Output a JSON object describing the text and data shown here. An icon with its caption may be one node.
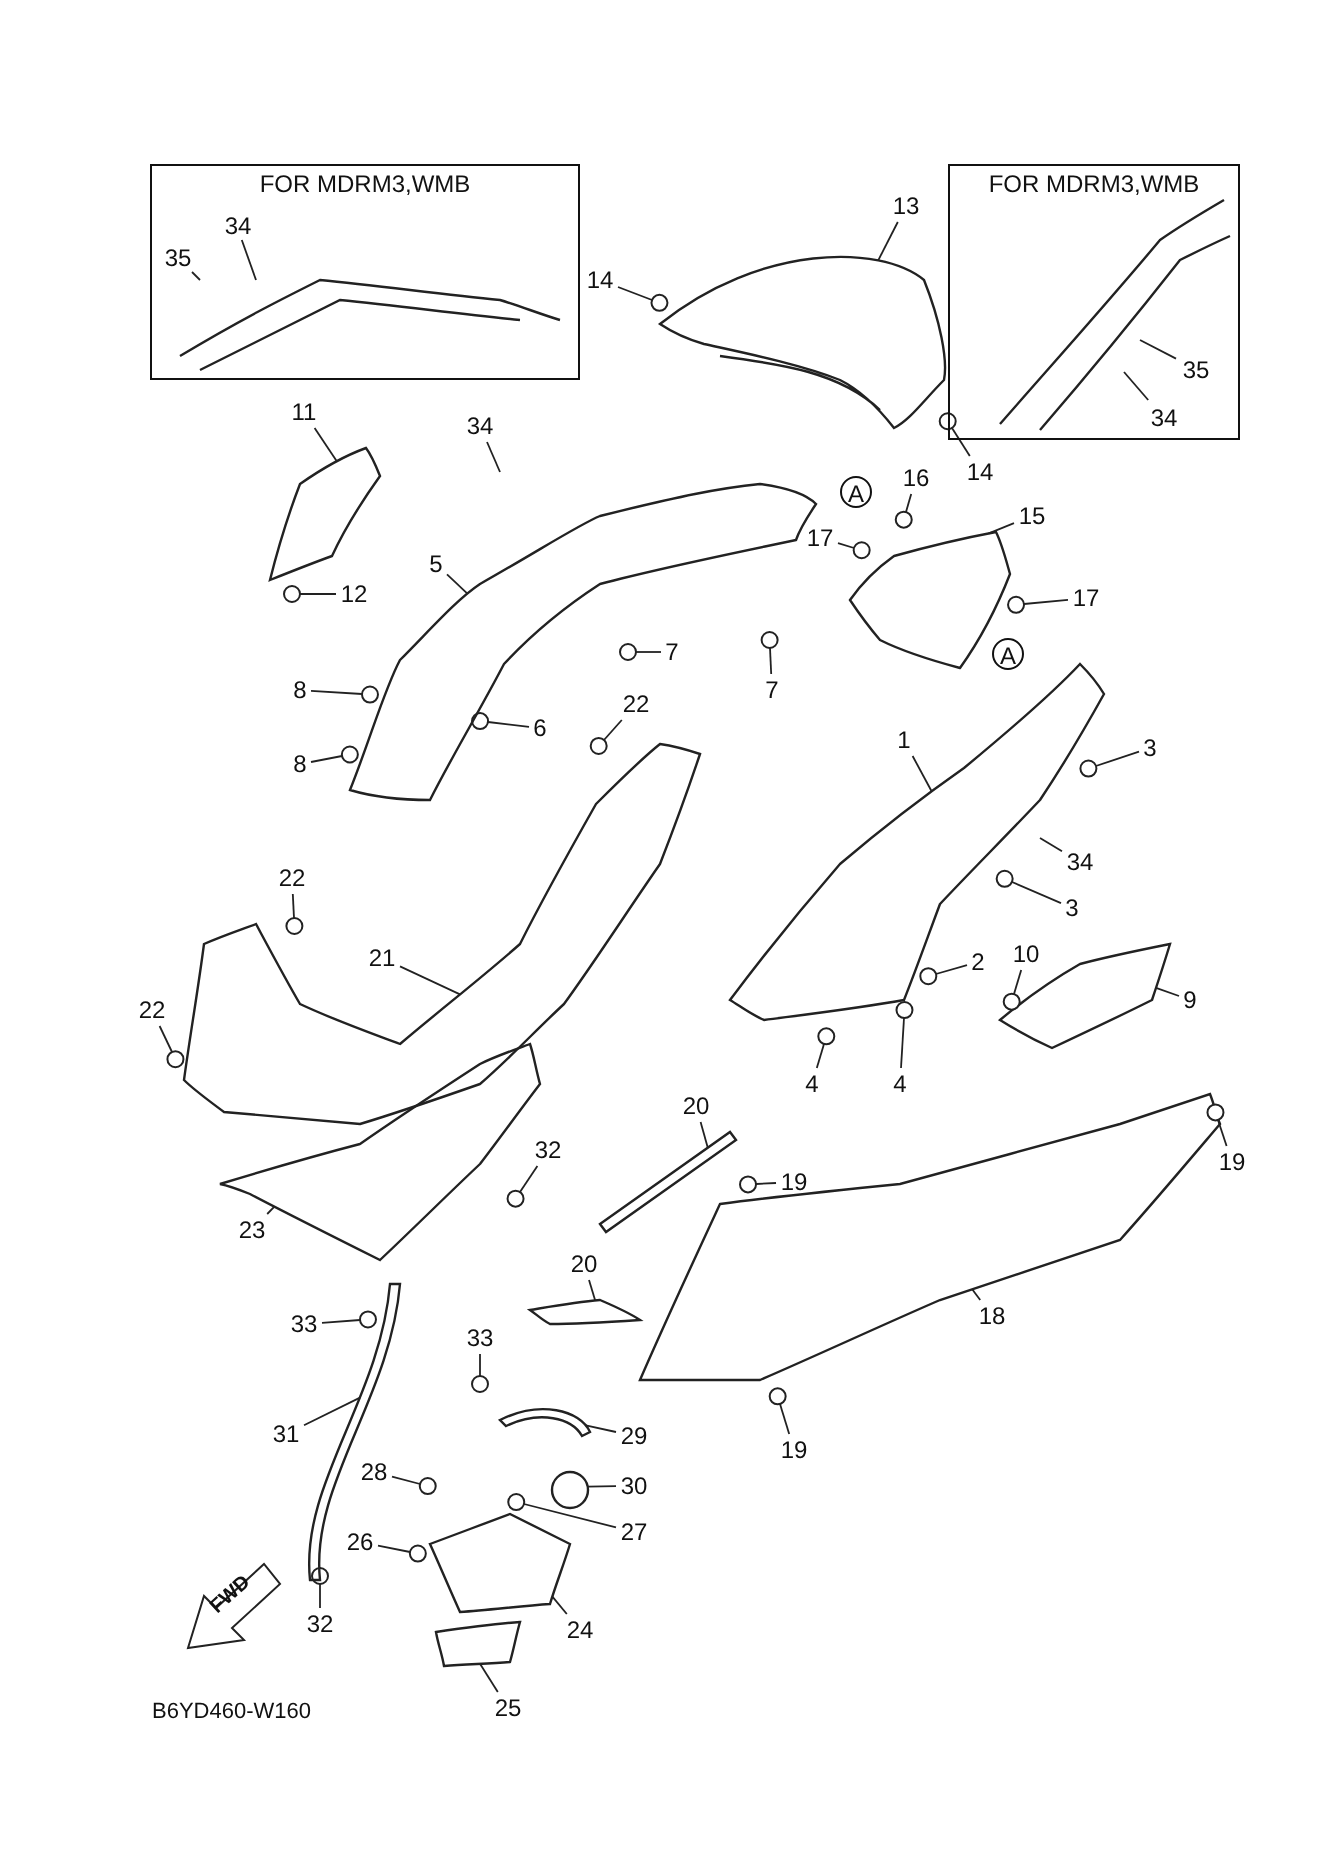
{
  "diagram": {
    "nodes": [
      {
        "text": [
          "FOR MDRM3,WMB"
        ]
      },
      {
        "text": [
          "34"
        ],
        "in": 0
      },
      {
        "text": [
          "35"
        ],
        "in": 0
      },
      {
        "text": [
          "FOR MDRM3,WMB"
        ]
      },
      {
        "text": [
          "35"
        ],
        "in": 3
      },
      {
        "text": [
          "34"
        ],
        "in": 3
      },
      {
        "text": [
          "13"
        ]
      },
      {
        "text": [
          "14"
        ]
      },
      {
        "text": [
          "11"
        ]
      },
      {
        "text": [
          "34"
        ]
      },
      {
        "text": [
          "14"
        ]
      },
      {
        "text": [
          "16"
        ]
      },
      {
        "text": [
          "A"
        ]
      },
      {
        "text": [
          "15"
        ]
      },
      {
        "text": [
          "17"
        ]
      },
      {
        "text": [
          "5"
        ]
      },
      {
        "text": [
          "12"
        ]
      },
      {
        "text": [
          "17"
        ]
      },
      {
        "text": [
          "7"
        ]
      },
      {
        "text": [
          "A"
        ]
      },
      {
        "text": [
          "8"
        ]
      },
      {
        "text": [
          "7"
        ]
      },
      {
        "text": [
          "22"
        ]
      },
      {
        "text": [
          "6"
        ]
      },
      {
        "text": [
          "1"
        ]
      },
      {
        "text": [
          "3"
        ]
      },
      {
        "text": [
          "8"
        ]
      },
      {
        "text": [
          "34"
        ]
      },
      {
        "text": [
          "22"
        ]
      },
      {
        "text": [
          "3"
        ]
      },
      {
        "text": [
          "21"
        ]
      },
      {
        "text": [
          "10"
        ]
      },
      {
        "text": [
          "2"
        ]
      },
      {
        "text": [
          "9"
        ]
      },
      {
        "text": [
          "22"
        ]
      },
      {
        "text": [
          "4"
        ]
      },
      {
        "text": [
          "4"
        ]
      },
      {
        "text": [
          "20"
        ]
      },
      {
        "text": [
          "32"
        ]
      },
      {
        "text": [
          "19"
        ]
      },
      {
        "text": [
          "19"
        ]
      },
      {
        "text": [
          "23"
        ]
      },
      {
        "text": [
          "20"
        ]
      },
      {
        "text": [
          "33"
        ]
      },
      {
        "text": [
          "18"
        ]
      },
      {
        "text": [
          "33"
        ]
      },
      {
        "text": [
          "31"
        ]
      },
      {
        "text": [
          "29"
        ]
      },
      {
        "text": [
          "19"
        ]
      },
      {
        "text": [
          "28"
        ]
      },
      {
        "text": [
          "30"
        ]
      },
      {
        "text": [
          "26"
        ]
      },
      {
        "text": [
          "27"
        ]
      },
      {
        "text": [
          "24"
        ]
      },
      {
        "text": [
          "32"
        ]
      },
      {
        "text": [
          "25"
        ]
      },
      {
        "text": [
          "FWD"
        ]
      },
      {
        "text": [],
        "shape": "picture"
      },
      {
        "text": [],
        "shape": "circle"
      },
      {
        "text": [],
        "shape": "picture"
      },
      {
        "text": [],
        "shape": "circle"
      },
      {
        "text": [],
        "shape": "circle"
      },
      {
        "text": [],
        "shape": "picture"
      },
      {
        "text": [],
        "shape": "circle"
      },
      {
        "text": [],
        "shape": "picture"
      },
      {
        "text": [],
        "shape": "circle"
      },
      {
        "text": [],
        "shape": "circle"
      },
      {
        "text": [],
        "shape": "circle"
      },
      {
        "text": [],
        "shape": "circle"
      },
      {
        "text": [],
        "shape": "circle"
      },
      {
        "text": [],
        "shape": "circle"
      },
      {
        "text": [],
        "shape": "circle"
      },
      {
        "text": [],
        "shape": "picture"
      },
      {
        "text": [],
        "shape": "circle"
      },
      {
        "text": [],
        "shape": "circle"
      },
      {
        "text": [],
        "shape": "circle"
      },
      {
        "text": [],
        "shape": "circle"
      },
      {
        "text": [],
        "shape": "picture"
      },
      {
        "text": [],
        "shape": "circle"
      },
      {
        "text": [],
        "shape": "circle"
      },
      {
        "text": [],
        "shape": "picture"
      },
      {
        "text": [],
        "shape": "circle"
      },
      {
        "text": [],
        "shape": "circle"
      },
      {
        "text": [],
        "shape": "circle"
      },
      {
        "text": [],
        "shape": "bar"
      },
      {
        "text": [],
        "shape": "circle"
      },
      {
        "text": [],
        "shape": "circle"
      },
      {
        "text": [],
        "shape": "circle"
      },
      {
        "text": [],
        "shape": "picture"
      },
      {
        "text": [],
        "shape": "picture"
      },
      {
        "text": [],
        "shape": "circle"
      },
      {
        "text": [],
        "shape": "picture"
      },
      {
        "text": [],
        "shape": "circle"
      },
      {
        "text": [],
        "shape": "picture"
      },
      {
        "text": [],
        "shape": "picture"
      },
      {
        "text": [],
        "shape": "circle"
      },
      {
        "text": [],
        "shape": "circle"
      },
      {
        "text": [],
        "shape": "circle"
      },
      {
        "text": [],
        "shape": "circle"
      },
      {
        "text": [],
        "shape": "circle"
      },
      {
        "text": [],
        "shape": "picture"
      },
      {
        "text": [],
        "shape": "circle"
      },
      {
        "text": [],
        "shape": "picture"
      }
    ],
    "edges": [
      {
        "from": 1,
        "to": null,
        "arrow": "none"
      },
      {
        "from": 2,
        "to": null,
        "arrow": "none"
      },
      {
        "from": 4,
        "to": null,
        "arrow": "none"
      },
      {
        "from": 5,
        "to": null,
        "arrow": "none"
      },
      {
        "from": 6,
        "to": 57,
        "arrow": "none"
      },
      {
        "from": 7,
        "to": 58,
        "arrow": "none"
      },
      {
        "from": 8,
        "to": 59,
        "arrow": "none"
      },
      {
        "from": 9,
        "to": null,
        "arrow": "none"
      },
      {
        "from": 10,
        "to": 60,
        "arrow": "none"
      },
      {
        "from": 11,
        "to": 61,
        "arrow": "none"
      },
      {
        "from": 13,
        "to": 62,
        "arrow": "none"
      },
      {
        "from": 14,
        "to": 63,
        "arrow": "none"
      },
      {
        "from": 15,
        "to": 64,
        "arrow": "none"
      },
      {
        "from": 16,
        "to": 65,
        "arrow": "none"
      },
      {
        "from": 17,
        "to": 66,
        "arrow": "none"
      },
      {
        "from": 18,
        "to": 67,
        "arrow": "none"
      },
      {
        "from": 20,
        "to": 68,
        "arrow": "none"
      },
      {
        "from": 21,
        "to": 69,
        "arrow": "none"
      },
      {
        "from": 22,
        "to": 70,
        "arrow": "none"
      },
      {
        "from": 23,
        "to": 71,
        "arrow": "none"
      },
      {
        "from": 24,
        "to": 72,
        "arrow": "none"
      },
      {
        "from": 25,
        "to": 73,
        "arrow": "none"
      },
      {
        "from": 26,
        "to": 74,
        "arrow": "none"
      },
      {
        "from": 27,
        "to": null,
        "arrow": "none"
      },
      {
        "from": 28,
        "to": 75,
        "arrow": "none"
      },
      {
        "from": 29,
        "to": 76,
        "arrow": "none"
      },
      {
        "from": 30,
        "to": 77,
        "arrow": "none"
      },
      {
        "from": 31,
        "to": 78,
        "arrow": "none"
      },
      {
        "from": 32,
        "to": 79,
        "arrow": "none"
      },
      {
        "from": 33,
        "to": 80,
        "arrow": "none"
      },
      {
        "from": 34,
        "to": 81,
        "arrow": "none"
      },
      {
        "from": 35,
        "to": 82,
        "arrow": "none"
      },
      {
        "from": 36,
        "to": 83,
        "arrow": "none"
      },
      {
        "from": 37,
        "to": 84,
        "arrow": "none"
      },
      {
        "from": 38,
        "to": 85,
        "arrow": "none"
      },
      {
        "from": 39,
        "to": 86,
        "arrow": "none"
      },
      {
        "from": 40,
        "to": 87,
        "arrow": "none"
      },
      {
        "from": 41,
        "to": 88,
        "arrow": "none"
      },
      {
        "from": 42,
        "to": 89,
        "arrow": "none"
      },
      {
        "from": 43,
        "to": 90,
        "arrow": "none"
      },
      {
        "from": 44,
        "to": 91,
        "arrow": "none"
      },
      {
        "from": 45,
        "to": 92,
        "arrow": "none"
      },
      {
        "from": 46,
        "to": 93,
        "arrow": "none"
      },
      {
        "from": 47,
        "to": 94,
        "arrow": "none"
      },
      {
        "from": 48,
        "to": 95,
        "arrow": "none"
      },
      {
        "from": 49,
        "to": 96,
        "arrow": "none"
      },
      {
        "from": 50,
        "to": 97,
        "arrow": "none"
      },
      {
        "from": 51,
        "to": 98,
        "arrow": "none"
      },
      {
        "from": 52,
        "to": 99,
        "arrow": "none"
      },
      {
        "from": 53,
        "to": 100,
        "arrow": "none"
      },
      {
        "from": 54,
        "to": 101,
        "arrow": "none"
      },
      {
        "from": 55,
        "to": 102,
        "arrow": "none"
      }
    ],
    "labels": [
      "B6YD460-W160"
    ]
  }
}
